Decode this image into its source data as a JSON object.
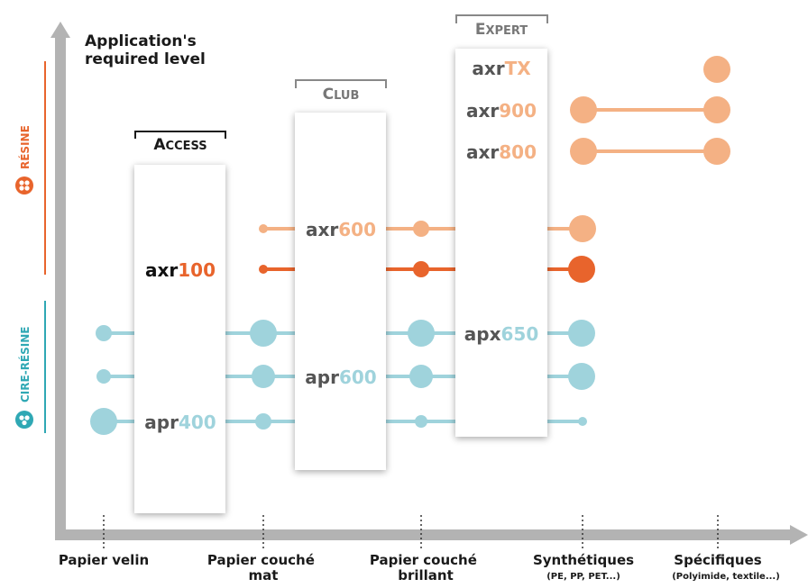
{
  "y_axis_title": [
    "Application's",
    "required level"
  ],
  "categories": [
    {
      "lines": [
        "Papier velin"
      ],
      "sub": ""
    },
    {
      "lines": [
        "Papier couché",
        "mat"
      ],
      "sub": ""
    },
    {
      "lines": [
        "Papier couché",
        "brillant"
      ],
      "sub": ""
    },
    {
      "lines": [
        "Synthétiques"
      ],
      "sub": "(PE, PP, PET...)"
    },
    {
      "lines": [
        "Spécifiques"
      ],
      "sub": "(Polyimide, textile...)"
    }
  ],
  "groups": {
    "resine": {
      "label": "RÉSINE",
      "color": "#e8642c"
    },
    "cire_resine": {
      "label": "CIRE-RÉSINE",
      "color": "#2fa8b4"
    }
  },
  "tiers": [
    {
      "key": "access",
      "label": "Access",
      "small_caps": [
        "A",
        "CCESS"
      ]
    },
    {
      "key": "club",
      "label": "Club",
      "small_caps": [
        "C",
        "LUB"
      ]
    },
    {
      "key": "expert",
      "label": "Expert",
      "small_caps": [
        "E",
        "XPERT"
      ]
    }
  ],
  "products": [
    {
      "key": "axrtx",
      "prefix": "axr",
      "suffix": "TX",
      "family": "resine_light",
      "tier": "expert"
    },
    {
      "key": "axr900",
      "prefix": "axr",
      "suffix": "900",
      "family": "resine_light",
      "tier": "expert"
    },
    {
      "key": "axr800",
      "prefix": "axr",
      "suffix": "800",
      "family": "resine_light",
      "tier": "expert"
    },
    {
      "key": "axr600",
      "prefix": "axr",
      "suffix": "600",
      "family": "resine_light",
      "tier": "club"
    },
    {
      "key": "axr100",
      "prefix": "axr",
      "suffix": "100",
      "family": "resine",
      "tier": "access"
    },
    {
      "key": "apx650",
      "prefix": "apx",
      "suffix": "650",
      "family": "cire",
      "tier": "expert"
    },
    {
      "key": "apr600",
      "prefix": "apr",
      "suffix": "600",
      "family": "cire",
      "tier": "club"
    },
    {
      "key": "apr400",
      "prefix": "apr",
      "suffix": "400",
      "family": "cire",
      "tier": "access"
    }
  ],
  "colors": {
    "axis": "#b3b3b3",
    "text": "#1a1a1a",
    "prefix": "#555555",
    "resine": "#e8642c",
    "resine_light": "#f4b184",
    "cire": "#9fd3dc",
    "cire_group": "#2fa8b4"
  }
}
